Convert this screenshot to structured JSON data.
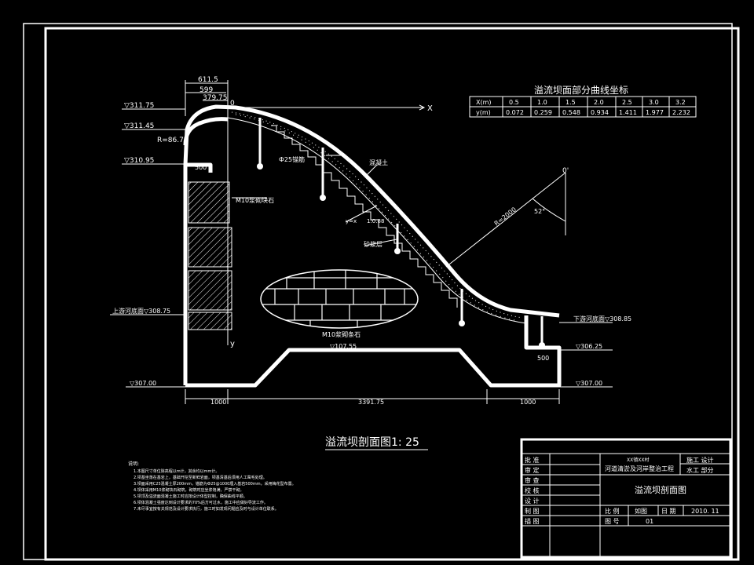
{
  "drawing": {
    "section_title": "溢流坝剖面图1: 25",
    "table_title": "溢流坝面部分曲线坐标",
    "table": {
      "x_label": "X(m)",
      "y_label": "y(m)",
      "x": [
        "0.5",
        "1.0",
        "1.5",
        "2.0",
        "2.5",
        "3.0",
        "3.2"
      ],
      "y": [
        "0.072",
        "0.259",
        "0.548",
        "0.934",
        "1.411",
        "1.977",
        "2.232"
      ]
    },
    "levels": {
      "l1": "▽311.75",
      "l2": "▽311.45",
      "l3": "▽310.95",
      "upstream": "上游河底面▽308.75",
      "downstream": "下游河底面▽308.85",
      "l_306": "▽306.25",
      "l_307_left": "▽307.00",
      "l_307_right": "▽307.00",
      "l_307_55": "▽107.55"
    },
    "dims": {
      "d611": "611.5",
      "d599": "599",
      "d379": "379.75",
      "bottom_left": "1000",
      "bottom_mid": "3391.75",
      "bottom_right": "1000",
      "d500_left": "500",
      "d500_right": "500"
    },
    "labels": {
      "origin": "0",
      "x_axis": "X",
      "y_axis": "y",
      "origin2": "0'",
      "radius_top": "R=86.7",
      "rebar": "Ф25锚筋",
      "cover": "混凝土",
      "m10_stone": "M10浆砌块石",
      "m10_ellipse": "M10浆砌条石",
      "slope": "1:0.88",
      "slope_prefix": "y=x",
      "mortar": "砂浆层",
      "radius_bottom": "R=2000",
      "angle": "52°"
    },
    "notes": {
      "heading": "说明:",
      "items": [
        "1.本图尺寸单位除高程以m计，其余均以mm计。",
        "2.坝基坐落在基岩上，基础开挖至新鲜岩面，坝基清基后须用人工凿毛处理。",
        "3.坝面采用C25混凝土厚200mm，锚筋为Ф25@1000埋入基岩500mm，采用梅花型布置。",
        "4.坝体采用M10浆砌块石砌筑，砌筑时应坐浆饱满，严禁干砌。",
        "5.坝顶及溢流面混凝土施工时应按设计体型控制，确保曲线平顺。",
        "6.坝体混凝土强度达到设计要求的70%后方可过水，施工中应做好导流工作。",
        "7.未尽事宜按有关规范及设计要求执行，施工时如发现问题应及时与设计单位联系。"
      ]
    }
  },
  "title_block": {
    "roles": [
      "批 准",
      "审 定",
      "审 查",
      "校 核",
      "设 计",
      "制 图",
      "描 图"
    ],
    "client": "XX镇XX村",
    "project": "河道清淤及河岸整治工程",
    "stage": "施工  设计",
    "part": "水工  部分",
    "drawing_name": "溢流坝剖面图",
    "scale_label": "比  例",
    "scale_value": "如图",
    "date_label": "日  期",
    "date_value": "2010. 11",
    "number_label": "图  号",
    "number_value": "01"
  }
}
